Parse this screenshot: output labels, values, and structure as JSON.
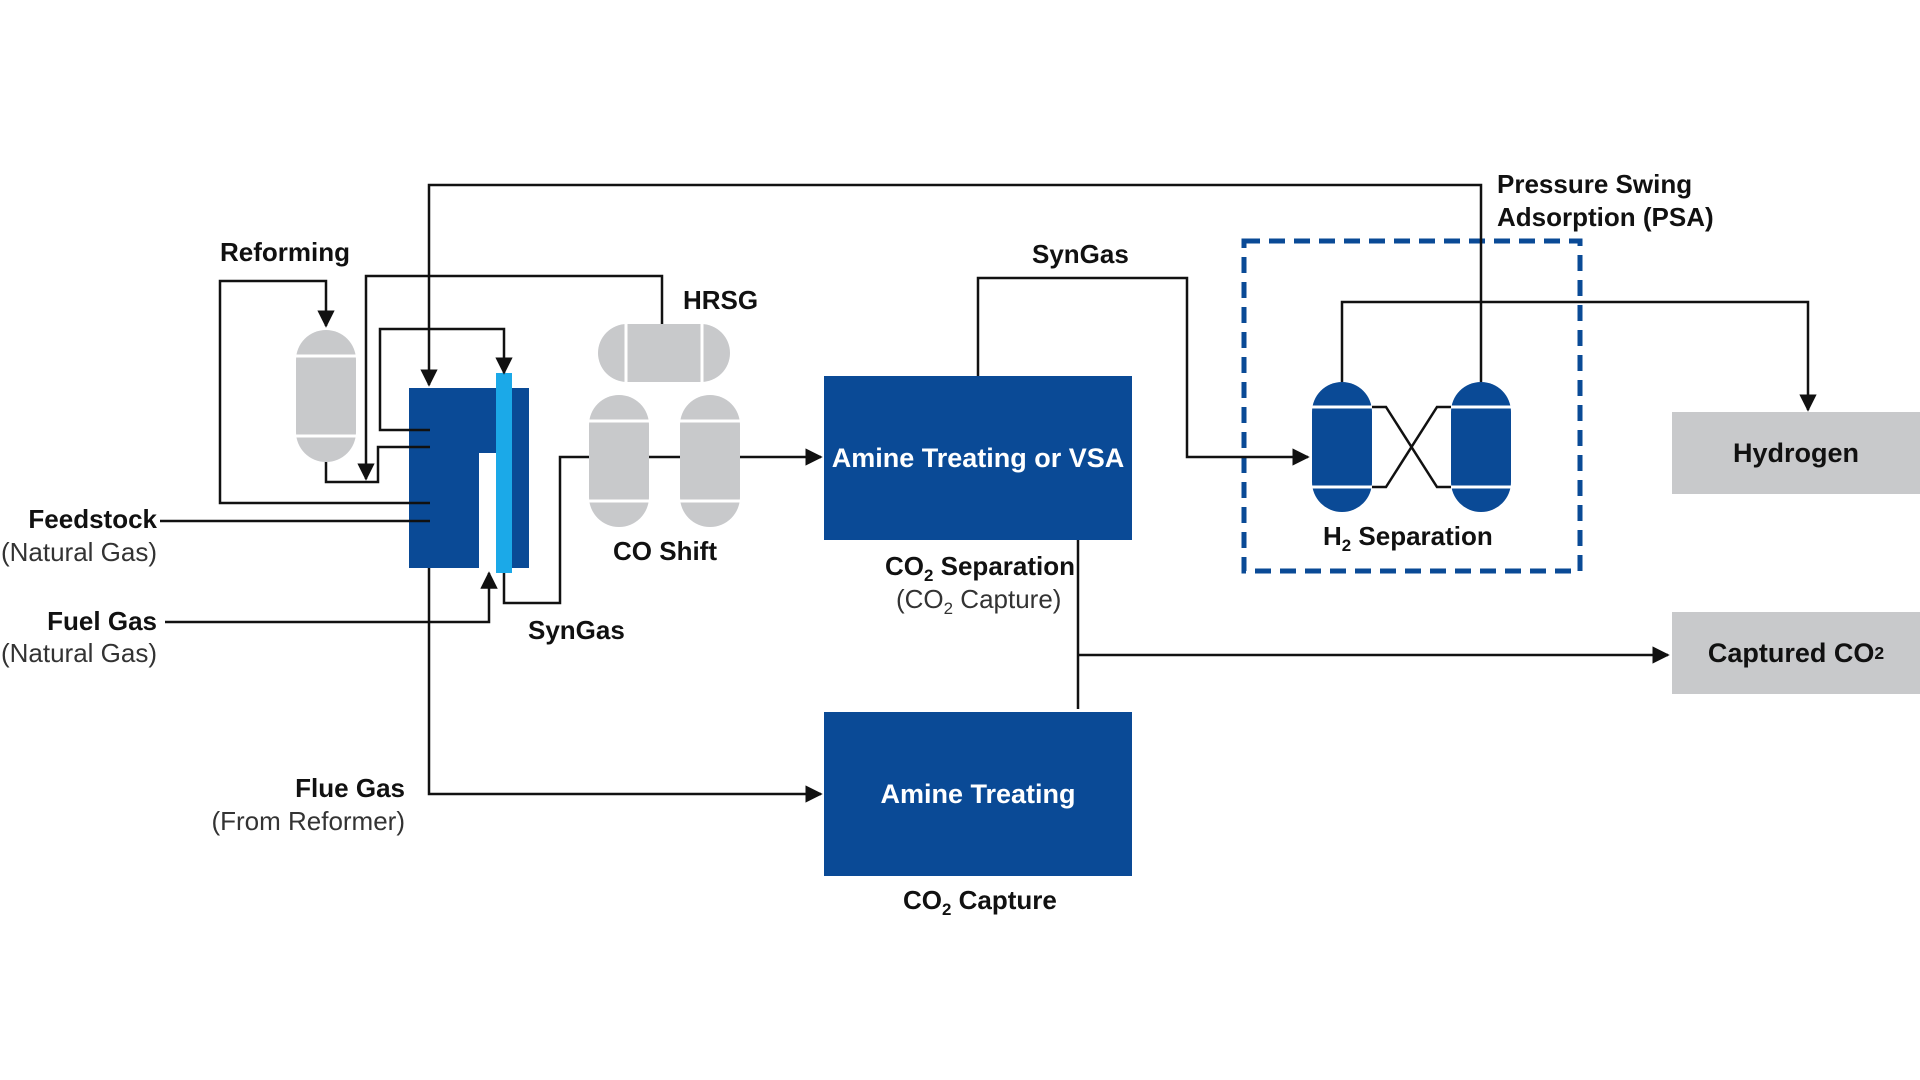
{
  "labels": {
    "reforming": "Reforming",
    "hrsg": "HRSG",
    "co_shift": "CO Shift",
    "syngas_left": "SynGas",
    "syngas_top": "SynGas",
    "feedstock": "Feedstock",
    "feedstock_sub": "(Natural Gas)",
    "fuel_gas": "Fuel Gas",
    "fuel_gas_sub": "(Natural Gas)",
    "flue_gas": "Flue Gas",
    "flue_gas_sub": "(From Reformer)",
    "psa_line1": "Pressure Swing",
    "psa_line2": "Adsorption (PSA)",
    "h2_sep_prefix": "H",
    "h2_sep_sub": "2",
    "h2_sep_suffix": " Separation",
    "co2_sep_prefix": "CO",
    "co2_sep_sub": "2",
    "co2_sep_suffix": " Separation",
    "co2_sep_paren_prefix": "(CO",
    "co2_sep_paren_sub": "2",
    "co2_sep_paren_suffix": " Capture)",
    "co2_capture_prefix": "CO",
    "co2_capture_sub": "2",
    "co2_capture_suffix": " Capture"
  },
  "boxes": {
    "amine_vsa": "Amine Treating or VSA",
    "amine_treating": "Amine Treating"
  },
  "outputs": {
    "hydrogen": "Hydrogen",
    "captured_prefix": "Captured CO",
    "captured_sub": "2"
  },
  "colors": {
    "dark_blue": "#0A4A96",
    "light_blue": "#1BA9E8",
    "gray": "#C8C9CB",
    "line": "#111111"
  }
}
